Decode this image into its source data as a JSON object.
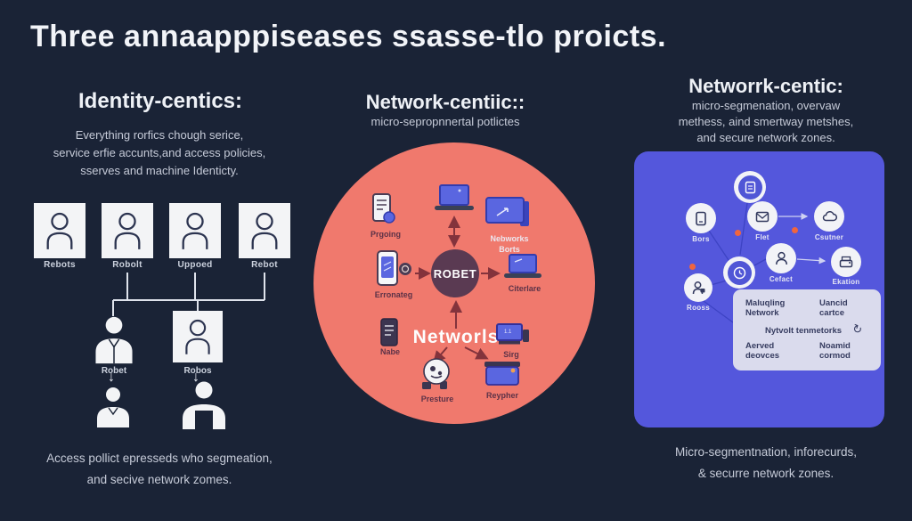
{
  "title": "Three annaapppiseases ssasse-tlo proicts.",
  "colors": {
    "background": "#1a2336",
    "heading_text": "#f2f4f8",
    "body_text": "#c6cbd8",
    "coral_circle": "#f0796d",
    "purple_panel": "#5457dc",
    "robet_node": "#5a3a52",
    "diagram_arrow": "#83333c",
    "orange_dot": "#f0653e",
    "light_panel": "#dadbed",
    "icon_blue": "#5a66e0"
  },
  "icons": {
    "down-arrow-icon": "↓",
    "refresh-arrow-icon": "↻"
  },
  "left": {
    "heading": "Identity-centics:",
    "subtitle_lines": [
      "Everything rorfics chough serice,",
      "service erfie accunts,and access policies,",
      "sserves and machine Identicty."
    ],
    "boxes": [
      {
        "label": "Rebots"
      },
      {
        "label": "Robolt"
      },
      {
        "label": "Uppoed"
      },
      {
        "label": "Rebot"
      }
    ],
    "tree": {
      "left_label": "Robet",
      "right_label": "Robos"
    },
    "caption_lines": [
      "Access pollict epresseds who segmeation,",
      "and secive network zomes."
    ]
  },
  "middle": {
    "heading": "Network-centiic::",
    "subtitle": "micro-sepropnnertal potlictes",
    "center_node_label": "ROBET",
    "network_label": "Networls",
    "labels": {
      "prgoing": "Prgoing",
      "nebworks": [
        "Nebworks",
        "Borts"
      ],
      "erronateg": "Erronateg",
      "citerlare": "Citerlare",
      "nabe": "Nabe",
      "sirg": "Sirg",
      "presture": "Presture",
      "reypher": "Reypher"
    }
  },
  "right": {
    "heading": "Networrk-centic:",
    "subtitle_lines": [
      "micro-segmenation, overvaw",
      "methess, aind smertway metshes,",
      "and secure network zones."
    ],
    "node_labels": {
      "bors": "Bors",
      "flet": "Flet",
      "csutner": "Csutner",
      "cefact": "Cefact",
      "ekation": "Ekation",
      "rooss": "Rooss"
    },
    "panel": {
      "r1_left": [
        "Maluqling",
        "Network"
      ],
      "r1_right": [
        "Uancid",
        "cartce"
      ],
      "r2": "Nytvolt tenmetorks",
      "r3_left": [
        "Aerved",
        "deovces"
      ],
      "r3_right": [
        "Noamid",
        "cormod"
      ]
    },
    "caption_lines": [
      "Micro-segmentnation, inforecurds,",
      "& securre network zones."
    ]
  }
}
